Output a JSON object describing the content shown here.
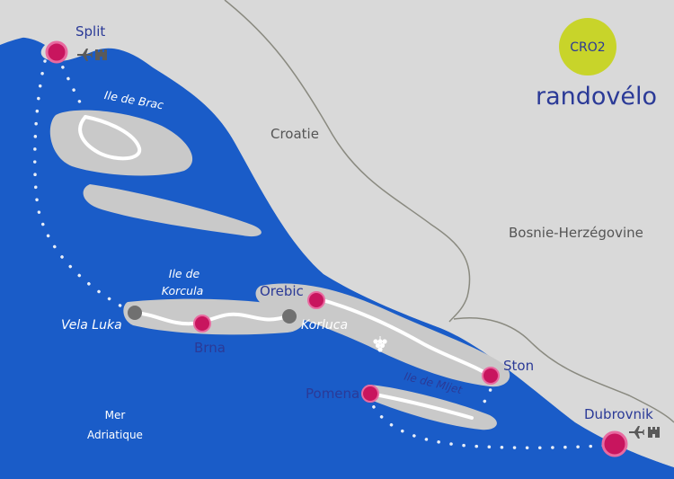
{
  "map": {
    "brand": "randovélo",
    "badge": "CRO2",
    "countries": {
      "croatia": "Croatie",
      "bosnia": "Bosnie-Herzégovine"
    },
    "sea": {
      "line1": "Mer",
      "line2": "Adriatique"
    },
    "islands": {
      "brac": "Ile de Brac",
      "korcula_line1": "Ile de",
      "korcula_line2": "Korcula",
      "mljet": "Ile de Mljet"
    },
    "cities": {
      "split": "Split",
      "vela_luka": "Vela Luka",
      "brna": "Brna",
      "korluca": "Korluca",
      "orebic": "Orebic",
      "ston": "Ston",
      "pomena": "Pomena",
      "dubrovnik": "Dubrovnik"
    },
    "colors": {
      "sea": "#1a5cc8",
      "land": "#d9d9d9",
      "island": "#c9c9c9",
      "stop": "#c8155e",
      "grey_stop": "#707070",
      "badge": "#c8d42a",
      "text": "#2b3a97"
    },
    "icons": [
      "airplane-icon",
      "castle-icon",
      "grapes-icon"
    ]
  }
}
